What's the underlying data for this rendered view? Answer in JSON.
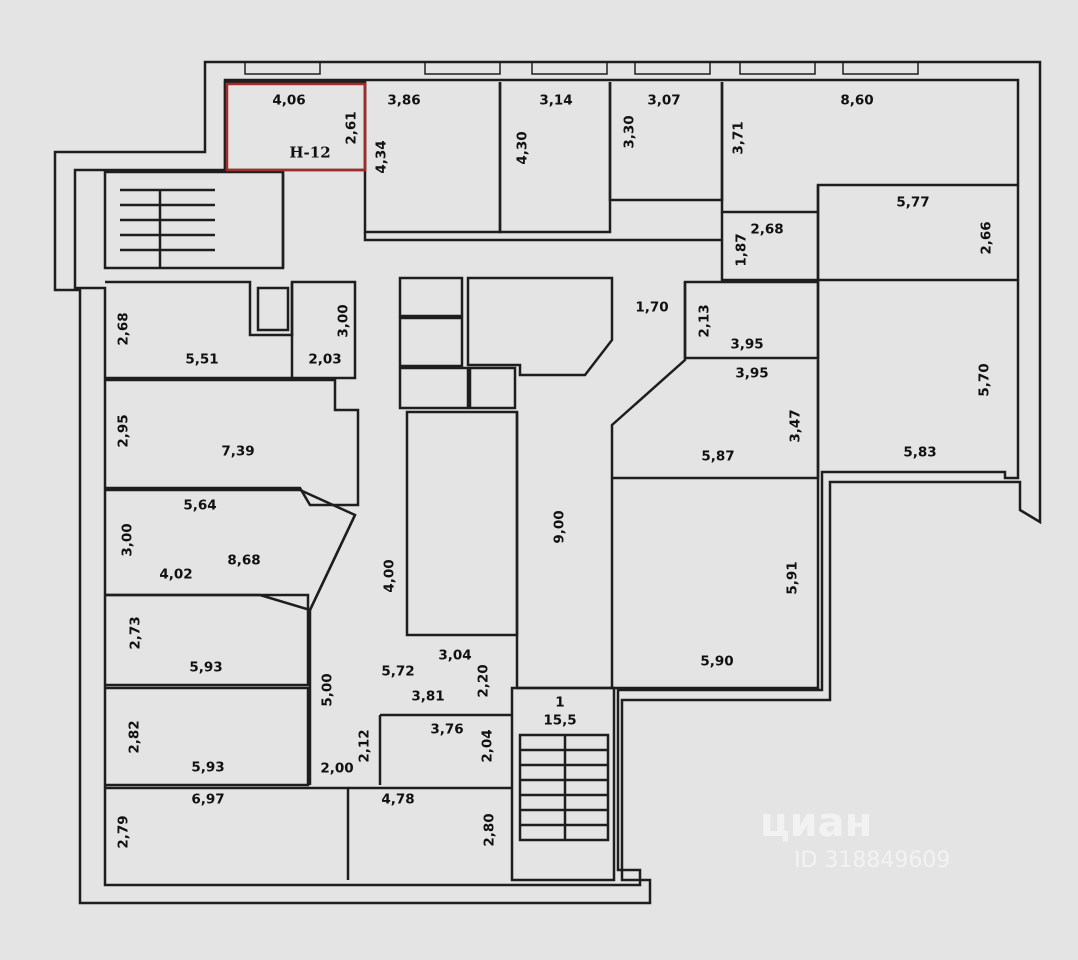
{
  "plan": {
    "highlighted_room": {
      "label": "Н-12",
      "width": "4,06",
      "depth": "2,61",
      "highlight_color": "#a52a2a"
    },
    "rooms": [
      {
        "key": "r_top_386",
        "dims": [
          "3,86",
          "4,34"
        ]
      },
      {
        "key": "r_top_314",
        "dims": [
          "3,14",
          "4,30"
        ]
      },
      {
        "key": "r_top_307",
        "dims": [
          "3,07",
          "3,30"
        ]
      },
      {
        "key": "r_top_860",
        "dims": [
          "8,60",
          "3,71"
        ]
      },
      {
        "key": "r_268_187",
        "dims": [
          "2,68",
          "1,87"
        ]
      },
      {
        "key": "r_577_266",
        "dims": [
          "5,77",
          "2,66"
        ]
      },
      {
        "key": "r_268_551",
        "dims": [
          "2,68",
          "5,51"
        ]
      },
      {
        "key": "r_300_203",
        "dims": [
          "3,00",
          "2,03"
        ]
      },
      {
        "key": "r_170_213",
        "dims": [
          "1,70",
          "2,13",
          "3,95"
        ]
      },
      {
        "key": "r_570_583",
        "dims": [
          "5,70",
          "5,83"
        ]
      },
      {
        "key": "r_295_739",
        "dims": [
          "2,95",
          "7,39"
        ]
      },
      {
        "key": "r_395_347",
        "dims": [
          "3,95",
          "3,47",
          "5,87"
        ]
      },
      {
        "key": "r_564_868",
        "dims": [
          "5,64",
          "3,00",
          "8,68",
          "4,02"
        ]
      },
      {
        "key": "r_corridor",
        "dims": [
          "4,00",
          "9,00"
        ]
      },
      {
        "key": "r_591_590",
        "dims": [
          "5,91",
          "5,90"
        ]
      },
      {
        "key": "r_273_593",
        "dims": [
          "2,73",
          "5,93"
        ]
      },
      {
        "key": "r_hall",
        "dims": [
          "3,04",
          "2,20",
          "5,72",
          "3,81",
          "5,00"
        ]
      },
      {
        "key": "r_282_593",
        "dims": [
          "2,82",
          "5,93"
        ]
      },
      {
        "key": "r_376_204",
        "dims": [
          "3,76",
          "2,04"
        ]
      },
      {
        "key": "r_212_200",
        "dims": [
          "2,12",
          "2,00"
        ]
      },
      {
        "key": "r_697_279",
        "dims": [
          "6,97",
          "2,79"
        ]
      },
      {
        "key": "r_478_280",
        "dims": [
          "4,78",
          "2,80"
        ]
      }
    ],
    "stair": {
      "number": "1",
      "area": "15,5"
    }
  },
  "watermark": {
    "logo": "циан",
    "id_text": "ID 318849609"
  }
}
